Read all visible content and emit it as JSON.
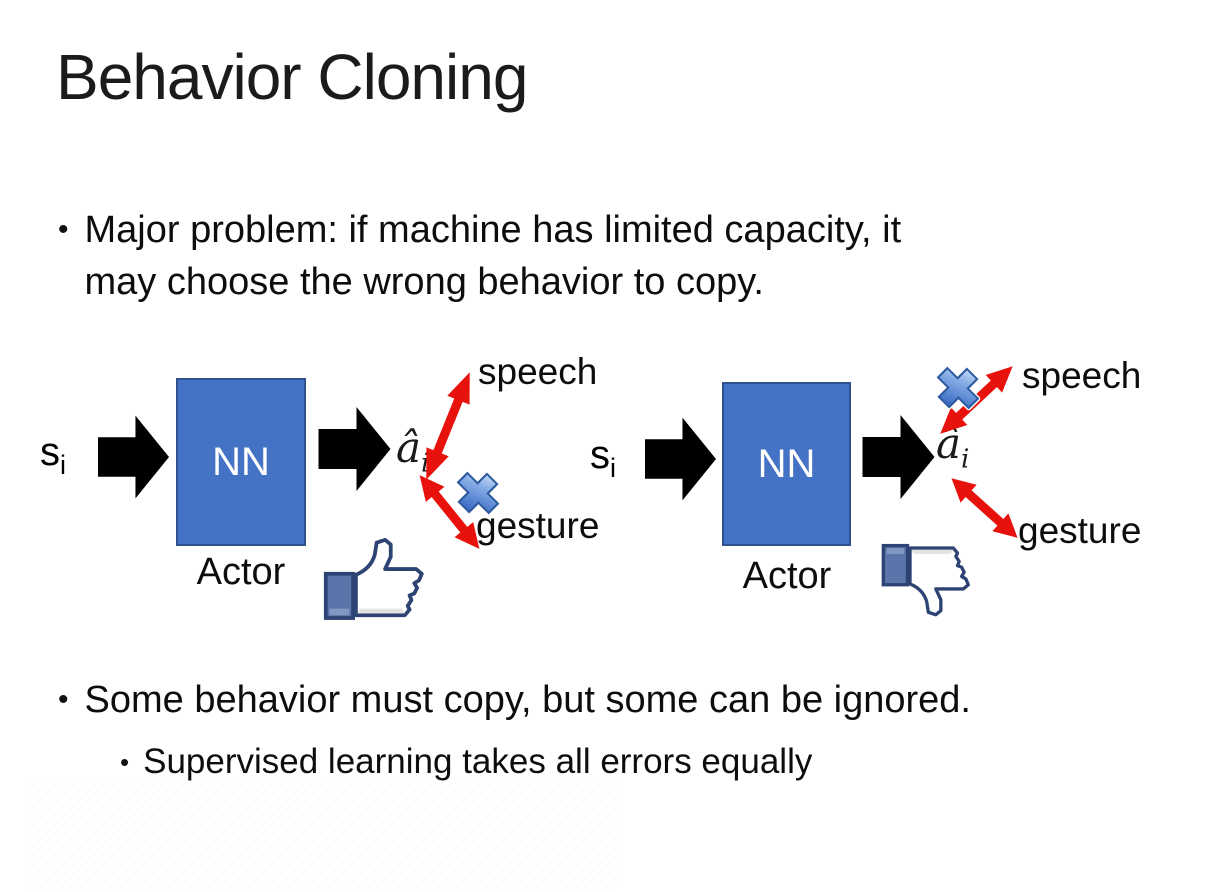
{
  "title": "Behavior Cloning",
  "bullet_char": "•",
  "bullets": {
    "main1": "Major problem: if machine has limited capacity, it\nmay choose the wrong behavior to copy.",
    "main2": "Some behavior must copy, but some can be ignored.",
    "sub1": "Supervised learning takes all errors equally"
  },
  "diagrams": [
    {
      "input_base": "s",
      "input_sub": "i",
      "box_label": "NN",
      "output_base": "â",
      "output_sub": "i",
      "speech_label": "speech",
      "gesture_label": "gesture",
      "actor_label": "Actor",
      "crossed_out": "gesture",
      "feedback_icon": "thumbs-up"
    },
    {
      "input_base": "s",
      "input_sub": "i",
      "box_label": "NN",
      "output_base": "â",
      "output_sub": "i",
      "speech_label": "speech",
      "gesture_label": "gesture",
      "actor_label": "Actor",
      "crossed_out": "speech",
      "feedback_icon": "thumbs-down"
    }
  ],
  "colors": {
    "nn_box_fill": "#4472C4",
    "nn_box_border": "#2F528F",
    "block_arrow": "#000000",
    "double_arrow_red": "#E8120C",
    "cross_blue": "#4F7FD0",
    "cross_border": "#2C5AA0",
    "thumb_outline": "#2D4373",
    "thumb_cuff": "#5B74A9",
    "text": "#0D0D0D"
  }
}
